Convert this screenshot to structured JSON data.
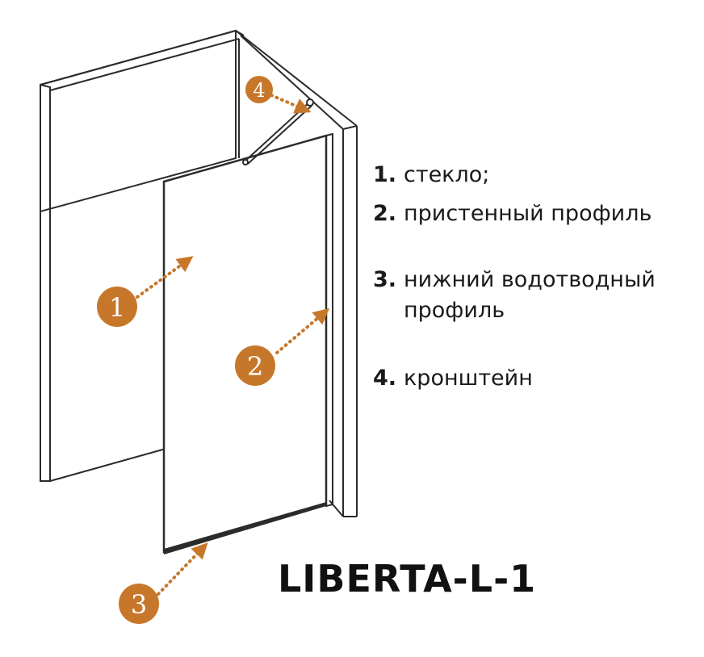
{
  "legend": {
    "items": [
      {
        "num": "1.",
        "text": "стекло;"
      },
      {
        "num": "2.",
        "text": "пристенный профиль"
      },
      {
        "num": "3.",
        "text": "нижний водотводный\nпрофиль"
      },
      {
        "num": "4.",
        "text": "кронштейн"
      }
    ]
  },
  "callouts": [
    "1",
    "2",
    "3",
    "4"
  ],
  "model_title": "LIBERTA-L-1",
  "colors": {
    "badge": "#c7772a",
    "arrow": "#c7772a",
    "lines": "#2b2b2b"
  }
}
